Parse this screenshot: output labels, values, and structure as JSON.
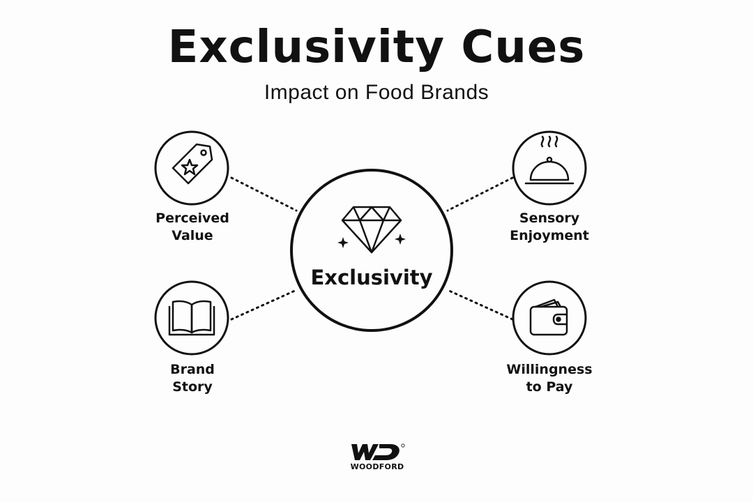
{
  "header": {
    "title": "Exclusivity Cues",
    "subtitle": "Impact on Food Brands"
  },
  "center": {
    "label": "Exclusivity",
    "icon": "diamond-icon"
  },
  "nodes": [
    {
      "id": "perceived-value",
      "icon": "price-tag-star-icon",
      "label_line1": "Perceived",
      "label_line2": "Value"
    },
    {
      "id": "sensory-enjoyment",
      "icon": "cloche-icon",
      "label_line1": "Sensory",
      "label_line2": "Enjoyment"
    },
    {
      "id": "brand-story",
      "icon": "open-book-icon",
      "label_line1": "Brand",
      "label_line2": "Story"
    },
    {
      "id": "willingness-to-pay",
      "icon": "wallet-icon",
      "label_line1": "Willingness",
      "label_line2": "to Pay"
    }
  ],
  "logo": {
    "mark": "WD",
    "text": "WOODFORD"
  },
  "colors": {
    "ink": "#111111",
    "background": "#fdfdfd"
  }
}
